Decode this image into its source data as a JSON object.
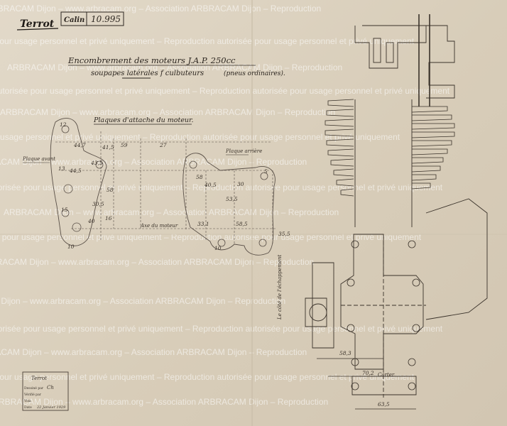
{
  "header": {
    "brand": "Terrot",
    "ref_label": "Calin",
    "ref_number": "10.995"
  },
  "title": {
    "line1": "Encombrement des moteurs J.A.P. 250cc",
    "line2": "soupapes latérales  f culbuteurs",
    "line2_note": "(pneus ordinaires)."
  },
  "plates": {
    "heading": "Plaques d'attache du moteur.",
    "front_label": "Plaque avant",
    "rear_label": "Plaque arrière",
    "engine_axis_label": "Axe du moteur",
    "dimensions": [
      "44,7",
      "41,5",
      "59",
      "27",
      "44,5",
      "43,5",
      "30,5",
      "58",
      "40",
      "16",
      "58",
      "40,5",
      "30",
      "58,5",
      "53,5",
      "35,5",
      "33,1",
      "12",
      "13",
      "15",
      "10",
      "10",
      "5"
    ]
  },
  "engine": {
    "side_label": "Le côté de l'échappement",
    "dimensions": [
      "58,3",
      "70,2",
      "63,5"
    ],
    "crankcase_label": "Carter"
  },
  "stamp": {
    "title": "Terrot",
    "rows": [
      {
        "label": "Dessiné par",
        "value": "Ch"
      },
      {
        "label": "Vérifié par",
        "value": ""
      },
      {
        "label": "Visa",
        "value": ""
      },
      {
        "label": "Date",
        "value": "22 Janvier 1929"
      }
    ]
  },
  "watermark": {
    "lines": [
      "ARBRACAM Dijon – www.arbracam.org – Association ARBRACAM Dijon – Reproduction",
      "autorisée pour usage personnel et privé uniquement – Reproduction autorisée pour usage personnel et privé uniquement"
    ]
  },
  "colors": {
    "paper": "#ddd3c2",
    "ink": "#2c2620",
    "pencil": "#5a5048",
    "watermark": "#ffffff"
  }
}
